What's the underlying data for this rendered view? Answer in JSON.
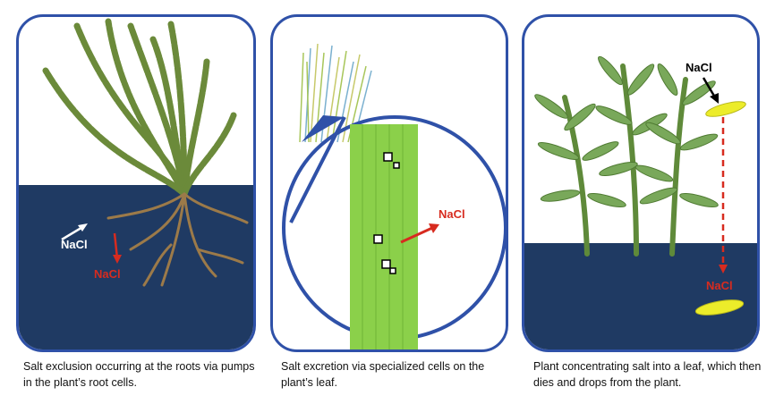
{
  "panels": [
    {
      "caption": "Salt exclusion occurring at the roots via pumps in the plant’s root cells.",
      "label_in": "NaCl",
      "label_out": "NaCl"
    },
    {
      "caption": "Salt excretion via specialized cells on the plant’s leaf.",
      "label": "NaCl"
    },
    {
      "caption": "Plant concentrating salt into a leaf, which then dies and drops from the plant.",
      "label_top": "NaCl",
      "label_bottom": "NaCl"
    }
  ],
  "colors": {
    "border": "#2f51a8",
    "soil": "#1f3a63",
    "stem": "#6b8a3a",
    "root": "#9c7a49",
    "arrow_red": "#d72b1f",
    "leaf_green": "#8bd04a",
    "dead_leaf": "#ecec2a"
  }
}
